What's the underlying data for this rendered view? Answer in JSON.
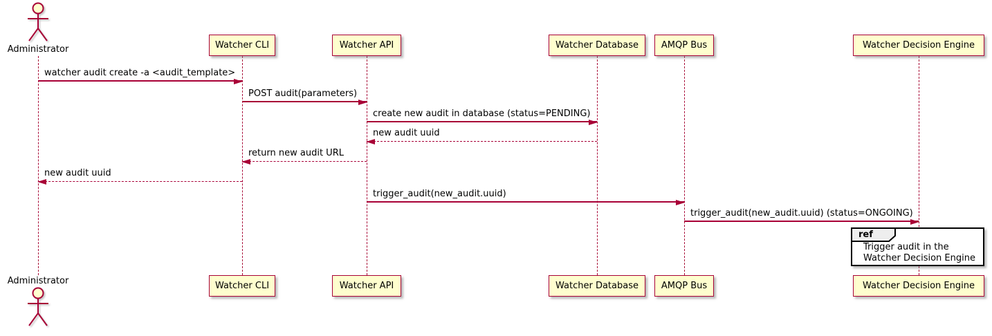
{
  "colors": {
    "accent": "#A80036",
    "participant_fill": "#FEFECE",
    "ref_border": "#000000",
    "ref_tab_fill": "#EEEEEE",
    "background": "#FFFFFF"
  },
  "participants": [
    {
      "label": "Administrator",
      "type": "actor"
    },
    {
      "label": "Watcher CLI",
      "type": "participant"
    },
    {
      "label": "Watcher API",
      "type": "participant"
    },
    {
      "label": "Watcher Database",
      "type": "participant"
    },
    {
      "label": "AMQP Bus",
      "type": "participant"
    },
    {
      "label": "Watcher Decision Engine",
      "type": "participant"
    }
  ],
  "messages": [
    {
      "from": "Administrator",
      "to": "Watcher CLI",
      "line": "solid",
      "label": "watcher audit create -a <audit_template>"
    },
    {
      "from": "Watcher CLI",
      "to": "Watcher API",
      "line": "solid",
      "label": "POST audit(parameters)"
    },
    {
      "from": "Watcher API",
      "to": "Watcher Database",
      "line": "solid",
      "label": "create new audit in database (status=PENDING)"
    },
    {
      "from": "Watcher Database",
      "to": "Watcher API",
      "line": "dashed",
      "label": "new audit uuid"
    },
    {
      "from": "Watcher API",
      "to": "Watcher CLI",
      "line": "dashed",
      "label": "return new audit URL"
    },
    {
      "from": "Watcher CLI",
      "to": "Administrator",
      "line": "dashed",
      "label": "new audit uuid"
    },
    {
      "from": "Watcher API",
      "to": "AMQP Bus",
      "line": "solid",
      "label": "trigger_audit(new_audit.uuid)"
    },
    {
      "from": "AMQP Bus",
      "to": "Watcher Decision Engine",
      "line": "solid",
      "label": "trigger_audit(new_audit.uuid) (status=ONGOING)"
    }
  ],
  "ref_fragment": {
    "keyword": "ref",
    "over": "Watcher Decision Engine",
    "line1": "Trigger audit in the",
    "line2": "Watcher Decision Engine"
  }
}
